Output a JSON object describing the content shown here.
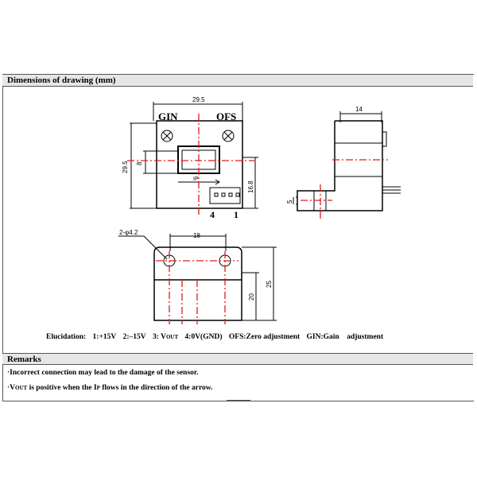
{
  "sections": {
    "dimensions_title": "Dimensions of drawing (mm)",
    "remarks_title": "Remarks"
  },
  "drawing": {
    "front": {
      "width_label": "29.5",
      "height_label": "29.5",
      "window_height_label": "8",
      "ip_label": "IP",
      "offset_label": "16.8",
      "gain_label": "GIN",
      "zero_label": "OFS",
      "pin4_label": "4",
      "pin1_label": "1"
    },
    "side": {
      "width_label": "14",
      "pin_label": "5"
    },
    "bottom": {
      "hole_label": "2-φ4.2",
      "spacing_label": "18",
      "height_inner_label": "20",
      "height_outer_label": "25"
    }
  },
  "elucidation": {
    "label": "Elucidation:",
    "pin1": "1:+15V",
    "pin2": "2:–15V",
    "pin3_prefix": "3: V",
    "pin3_sub": "OUT",
    "pin4": "4:0V(GND)",
    "ofs": "OFS:Zero adjustment",
    "gin": "GIN:Gain    adjustment"
  },
  "remarks": [
    "·Incorrect connection may lead to the damage of the sensor.",
    {
      "prefix": "·V",
      "sub": "OUT",
      "middle": " is positive when the I",
      "sub2": "P",
      "suffix": " flows in the direction of the arrow."
    }
  ]
}
